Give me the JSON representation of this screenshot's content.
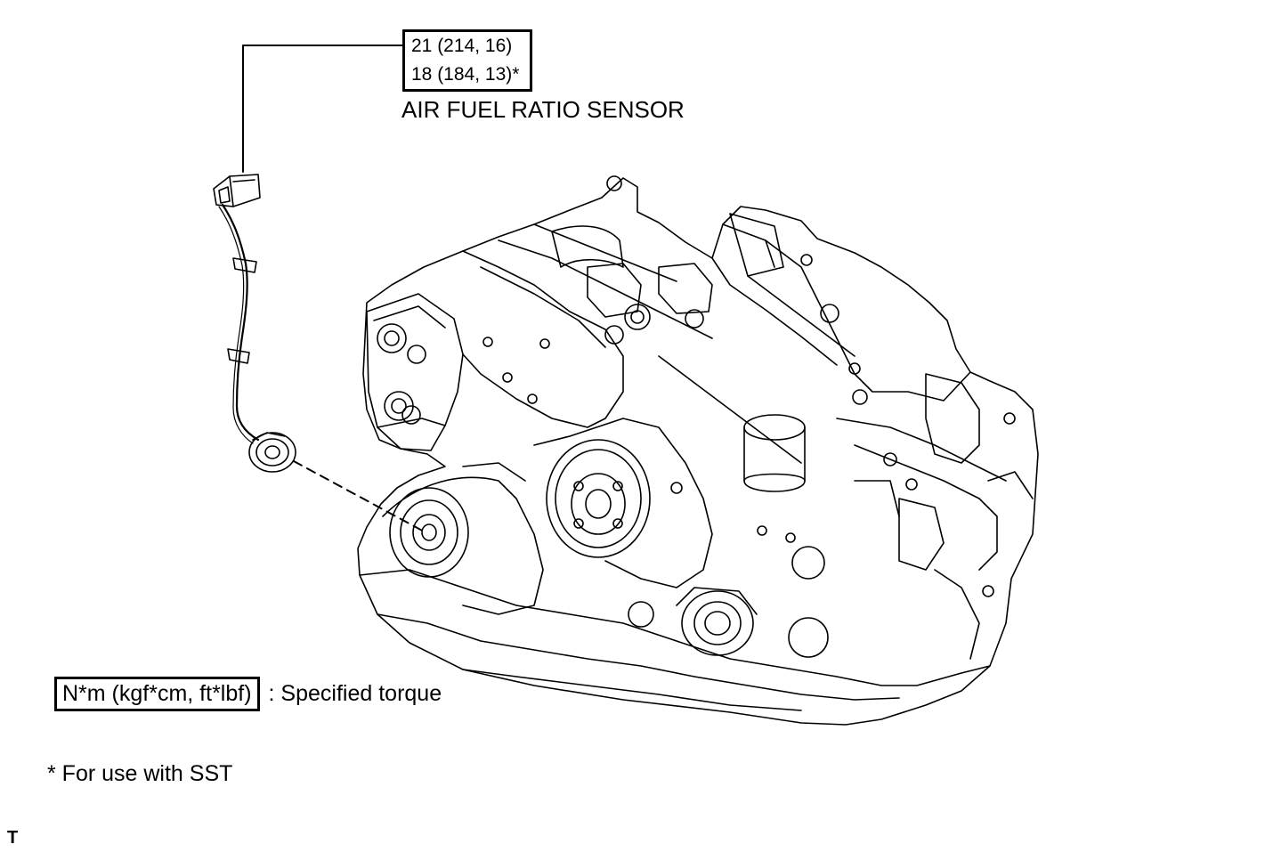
{
  "torque": {
    "row1": "21 (214, 16)",
    "row2": "18 (184, 13)*"
  },
  "part_label": "AIR FUEL RATIO SENSOR",
  "legend": {
    "box_text": "N*m (kgf*cm, ft*lbf)",
    "description": ": Specified torque"
  },
  "footnote": "* For use with SST",
  "corner_mark": "T"
}
